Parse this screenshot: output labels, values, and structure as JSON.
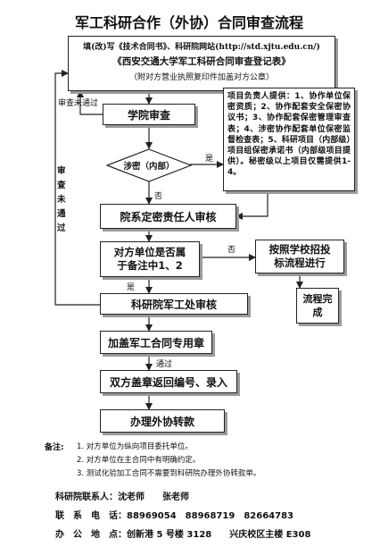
{
  "title": "军工科研合作（外协）合同审查流程",
  "top_box": {
    "line1": "填(改)写《技术合同书》、科研院网站(http://std.xjtu.edu.cn/)",
    "line2": "《西安交通大学军工科研合同审查登记表》",
    "line3": "（附对方营业执照复印件加盖对方公章）"
  },
  "reject_label_top": "审查未通过",
  "reject_label_side": "审查未通过",
  "college_review": "学院审查",
  "secret_decision": "涉密（内部）",
  "yes_label": "是",
  "no_label_1": "否",
  "info_box": "项目负责人提供：1、协作单位保密资质；2、协作配套安全保密协议书；3、协作配套保密管理审查表；4、涉密协作配套单位保密监督检查表；5、科研项目（内部级）项目组保密承诺书（内部级项目提供）。秘密级以上项目仅需提供1-4。",
  "dept_review": "院系定密责任人审核",
  "counterparty_q": "对方单位是否属于备注中1、2",
  "no_label_2": "否",
  "bidding_box": "按照学校招投标流程进行",
  "process_done": "流程完成",
  "yes_label_2": "是",
  "military_review": "科研院军工处审核",
  "stamp": "加盖军工合同专用章",
  "pass_label": "通过",
  "both_stamp": "双方盖章返回编号、录入",
  "transfer": "办理外协转款",
  "notes_label": "备注:",
  "notes": [
    "1. 对方单位为纵向项目委托单位。",
    "2. 对方单位在主合同中有明确约定。",
    "3. 测试化验加工合同不需要到科研院办理外协转款单。"
  ],
  "contact": {
    "person_label": "科研院联系人：",
    "person_value": "沈老师　　张老师",
    "phone_label": "联　系　电　话：",
    "phone_value": "88969054　88968719　82664783",
    "office_label": "办　公　地　点：",
    "office_value": "创新港 5 号楼 3128　　兴庆校区主楼 E308"
  }
}
